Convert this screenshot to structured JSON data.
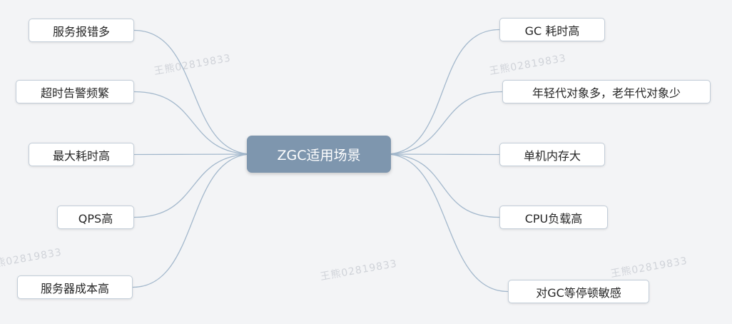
{
  "center": {
    "label": "ZGC适用场景"
  },
  "nodes": {
    "left": [
      {
        "label": "服务报错多"
      },
      {
        "label": "超时告警频繁"
      },
      {
        "label": "最大耗时高"
      },
      {
        "label": "QPS高"
      },
      {
        "label": "服务器成本高"
      }
    ],
    "right": [
      {
        "label": "GC 耗时高"
      },
      {
        "label": "年轻代对象多，老年代对象少"
      },
      {
        "label": "单机内存大"
      },
      {
        "label": "CPU负载高"
      },
      {
        "label": "对GC等停顿敏感"
      }
    ]
  },
  "watermark": {
    "text": "王熊02819833"
  },
  "colors": {
    "background": "#f3f4f6",
    "node_bg": "#ffffff",
    "node_border": "#c2cdd8",
    "node_text": "#262626",
    "center_bg": "#7e96ae",
    "center_text": "#ffffff",
    "edge": "#a3b8cc",
    "watermark": "#b4b9c2"
  }
}
